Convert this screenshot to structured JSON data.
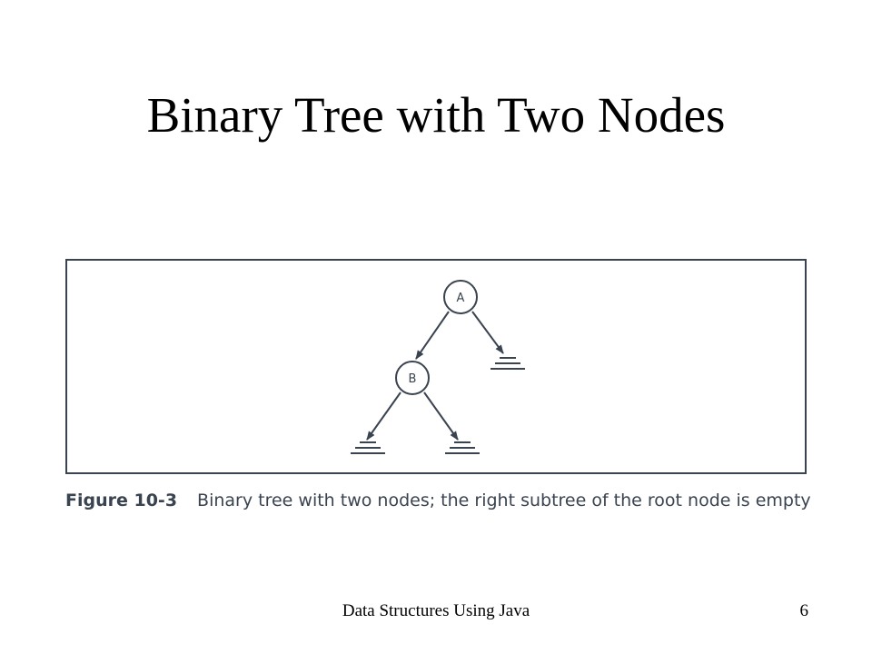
{
  "slide": {
    "title": "Binary Tree with Two Nodes"
  },
  "figure": {
    "number": "Figure 10-3",
    "caption": "Binary tree with two nodes; the right subtree of the root node is empty",
    "tree": {
      "root": "A",
      "left_child": "B",
      "root_right_subtree": "empty",
      "b_left_subtree": "empty",
      "b_right_subtree": "empty"
    }
  },
  "footer": {
    "course": "Data Structures Using Java",
    "page": "6"
  },
  "colors": {
    "frame": "#3a4350",
    "ink": "#3a4350",
    "text": "#000000",
    "background": "#ffffff"
  }
}
